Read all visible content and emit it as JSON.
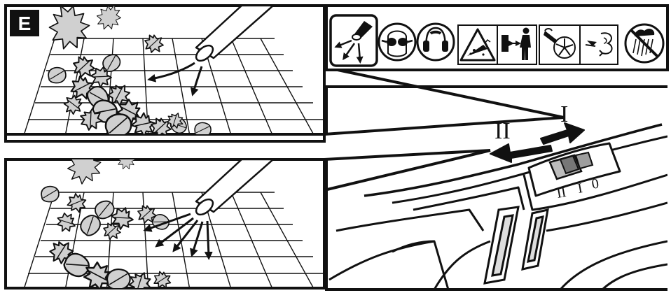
{
  "figure": {
    "badge": "E",
    "position_labels": {
      "one": "I",
      "two": "II"
    }
  },
  "safety_icons": [
    {
      "name": "blower-nozzle-icon"
    },
    {
      "name": "safety-glasses-icon"
    },
    {
      "name": "ear-protection-icon"
    },
    {
      "name": "thrown-objects-warning-icon"
    },
    {
      "name": "keep-distance-icon"
    },
    {
      "name": "rotating-fan-hand-warning-icon"
    },
    {
      "name": "fan-airflow-icon"
    },
    {
      "name": "no-rain-icon"
    }
  ],
  "switch_marks": {
    "pos_double": "II",
    "pos_single": "I",
    "pos_off": "0"
  }
}
